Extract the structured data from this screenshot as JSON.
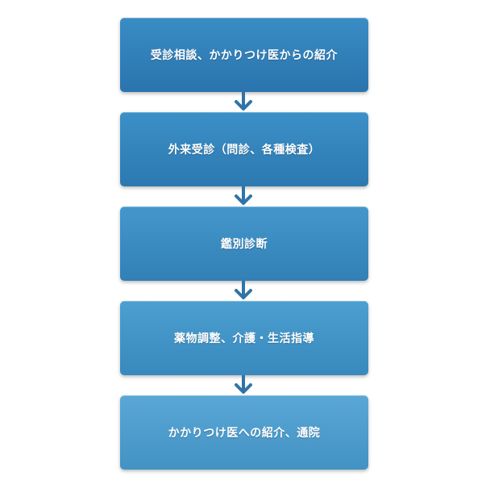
{
  "flow": {
    "steps": [
      {
        "label": "受診相談、かかりつけ医からの紹介"
      },
      {
        "label": "外来受診（問診、各種検査）"
      },
      {
        "label": "鑑別診断"
      },
      {
        "label": "薬物調整、介護・生活指導"
      },
      {
        "label": "かかりつけ医への紹介、通院"
      }
    ],
    "arrow_color": "#2f74a6",
    "box_colors": [
      "#2f7fb8",
      "#3384bc",
      "#3a8cc1",
      "#4294c7",
      "#4b9dcd"
    ]
  }
}
